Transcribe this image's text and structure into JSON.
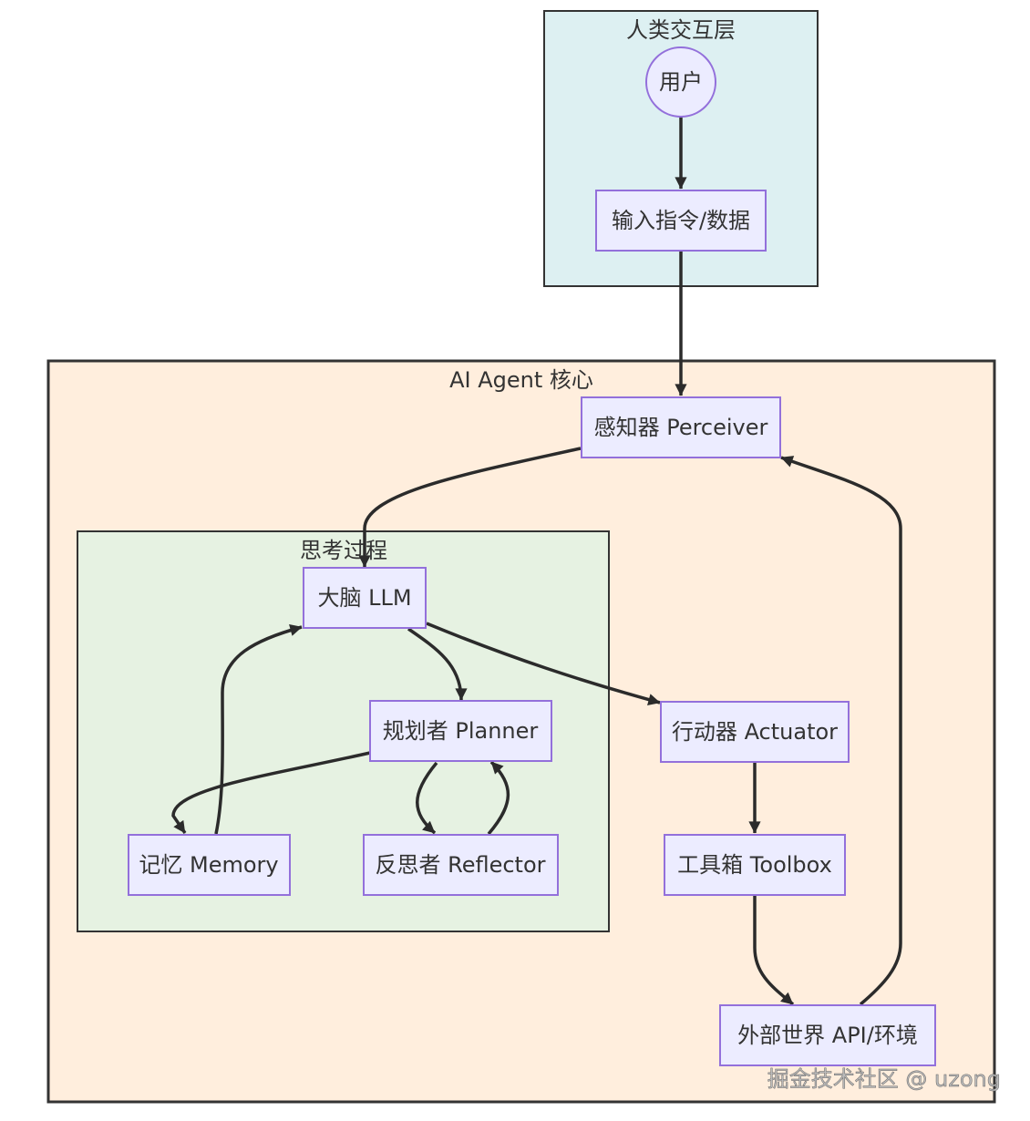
{
  "diagram": {
    "type": "flowchart",
    "clusters": {
      "human": {
        "title": "人类交互层",
        "color": "#DDF0F2"
      },
      "agent": {
        "title": "AI Agent 核心",
        "color": "#FFEEDD"
      },
      "thinking": {
        "title": "思考过程",
        "color": "#E6F2E2"
      }
    },
    "nodes": {
      "user": "用户",
      "input": "输入指令/数据",
      "perceiver": "感知器 Perceiver",
      "llm": "大脑 LLM",
      "planner": "规划者 Planner",
      "memory": "记忆 Memory",
      "reflector": "反思者 Reflector",
      "actuator": "行动器 Actuator",
      "toolbox": "工具箱 Toolbox",
      "world": "外部世界 API/环境"
    },
    "edges": [
      {
        "from": "user",
        "to": "input"
      },
      {
        "from": "input",
        "to": "perceiver"
      },
      {
        "from": "perceiver",
        "to": "llm"
      },
      {
        "from": "llm",
        "to": "planner"
      },
      {
        "from": "llm",
        "to": "actuator"
      },
      {
        "from": "planner",
        "to": "memory"
      },
      {
        "from": "memory",
        "to": "llm"
      },
      {
        "from": "planner",
        "to": "reflector"
      },
      {
        "from": "reflector",
        "to": "planner"
      },
      {
        "from": "actuator",
        "to": "toolbox"
      },
      {
        "from": "toolbox",
        "to": "world"
      },
      {
        "from": "world",
        "to": "perceiver"
      }
    ],
    "node_fill": "#ECECFF",
    "node_stroke": "#9370DB"
  },
  "watermark": "掘金技术社区 @ uzong"
}
